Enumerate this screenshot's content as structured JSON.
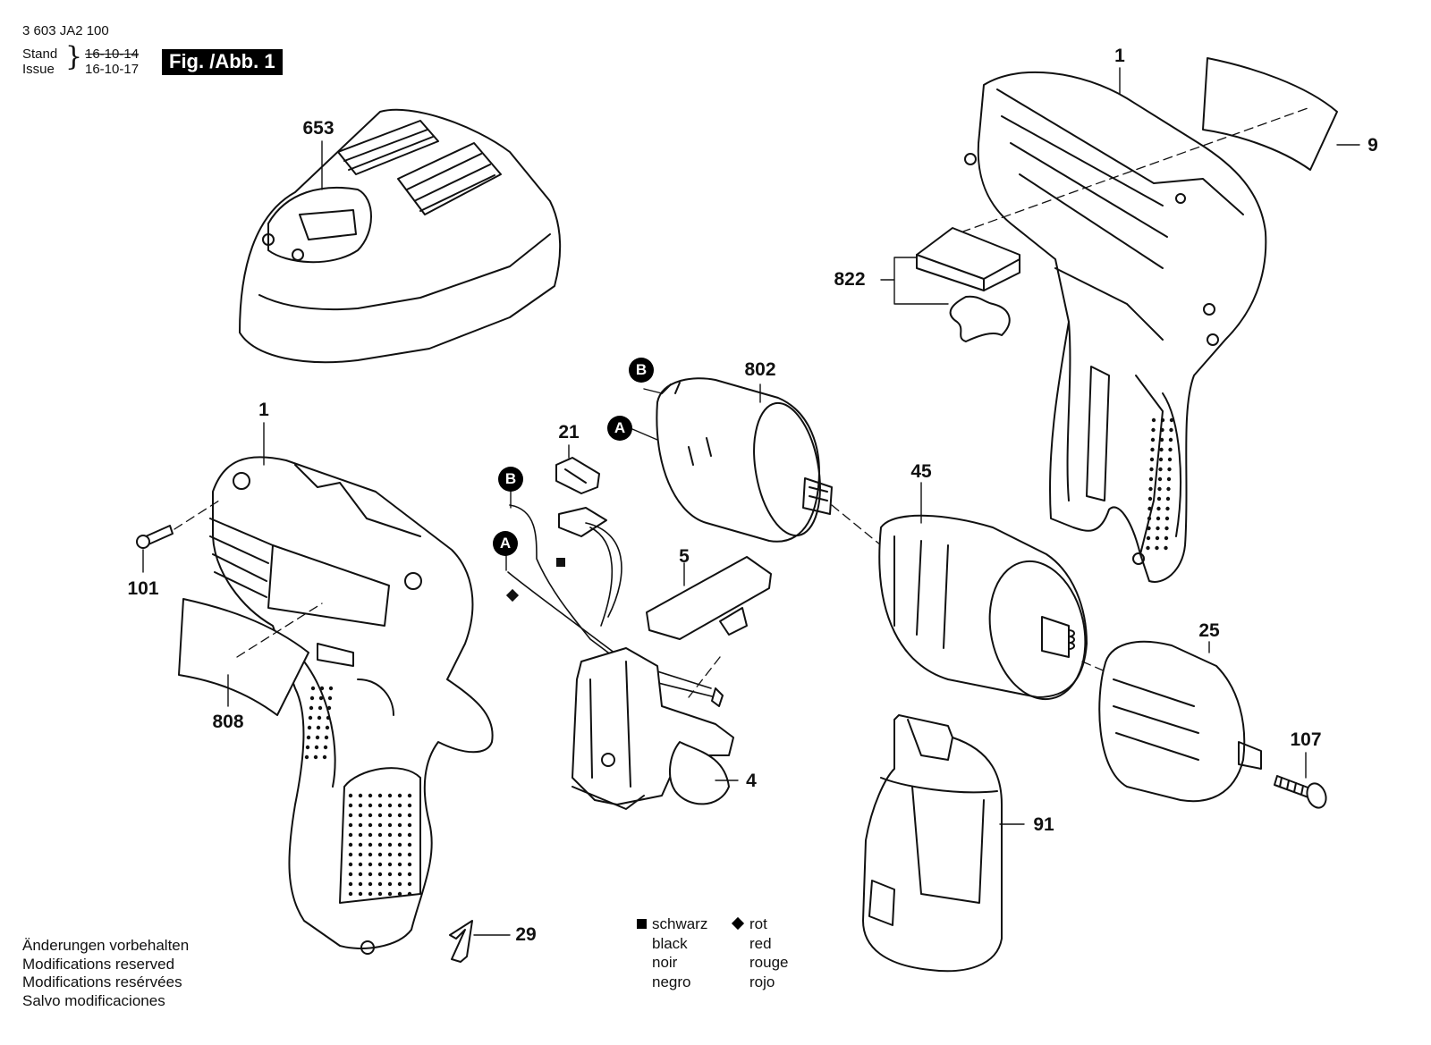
{
  "header": {
    "doc_number": "3 603 JA2 100",
    "stand_label": "Stand",
    "issue_label": "Issue",
    "stand_date": "16-10-14",
    "issue_date": "16-10-17",
    "figure_label": "Fig. /Abb. 1"
  },
  "parts": {
    "p653": "653",
    "p1_top": "1",
    "p9": "9",
    "p822": "822",
    "p802": "802",
    "p1_left": "1",
    "p21": "21",
    "p101": "101",
    "p5": "5",
    "p45": "45",
    "p808": "808",
    "p25": "25",
    "p107": "107",
    "p4": "4",
    "p91": "91",
    "p29": "29"
  },
  "markers": {
    "b_motor": "B",
    "a_motor": "A",
    "b_wire": "B",
    "a_wire": "A"
  },
  "legend": {
    "col_black": [
      "schwarz",
      "black",
      "noir",
      "negro"
    ],
    "col_red": [
      "rot",
      "red",
      "rouge",
      "rojo"
    ]
  },
  "notes": [
    "Änderungen vorbehalten",
    "Modifications reserved",
    "Modifications resérvées",
    "Salvo modificaciones"
  ]
}
